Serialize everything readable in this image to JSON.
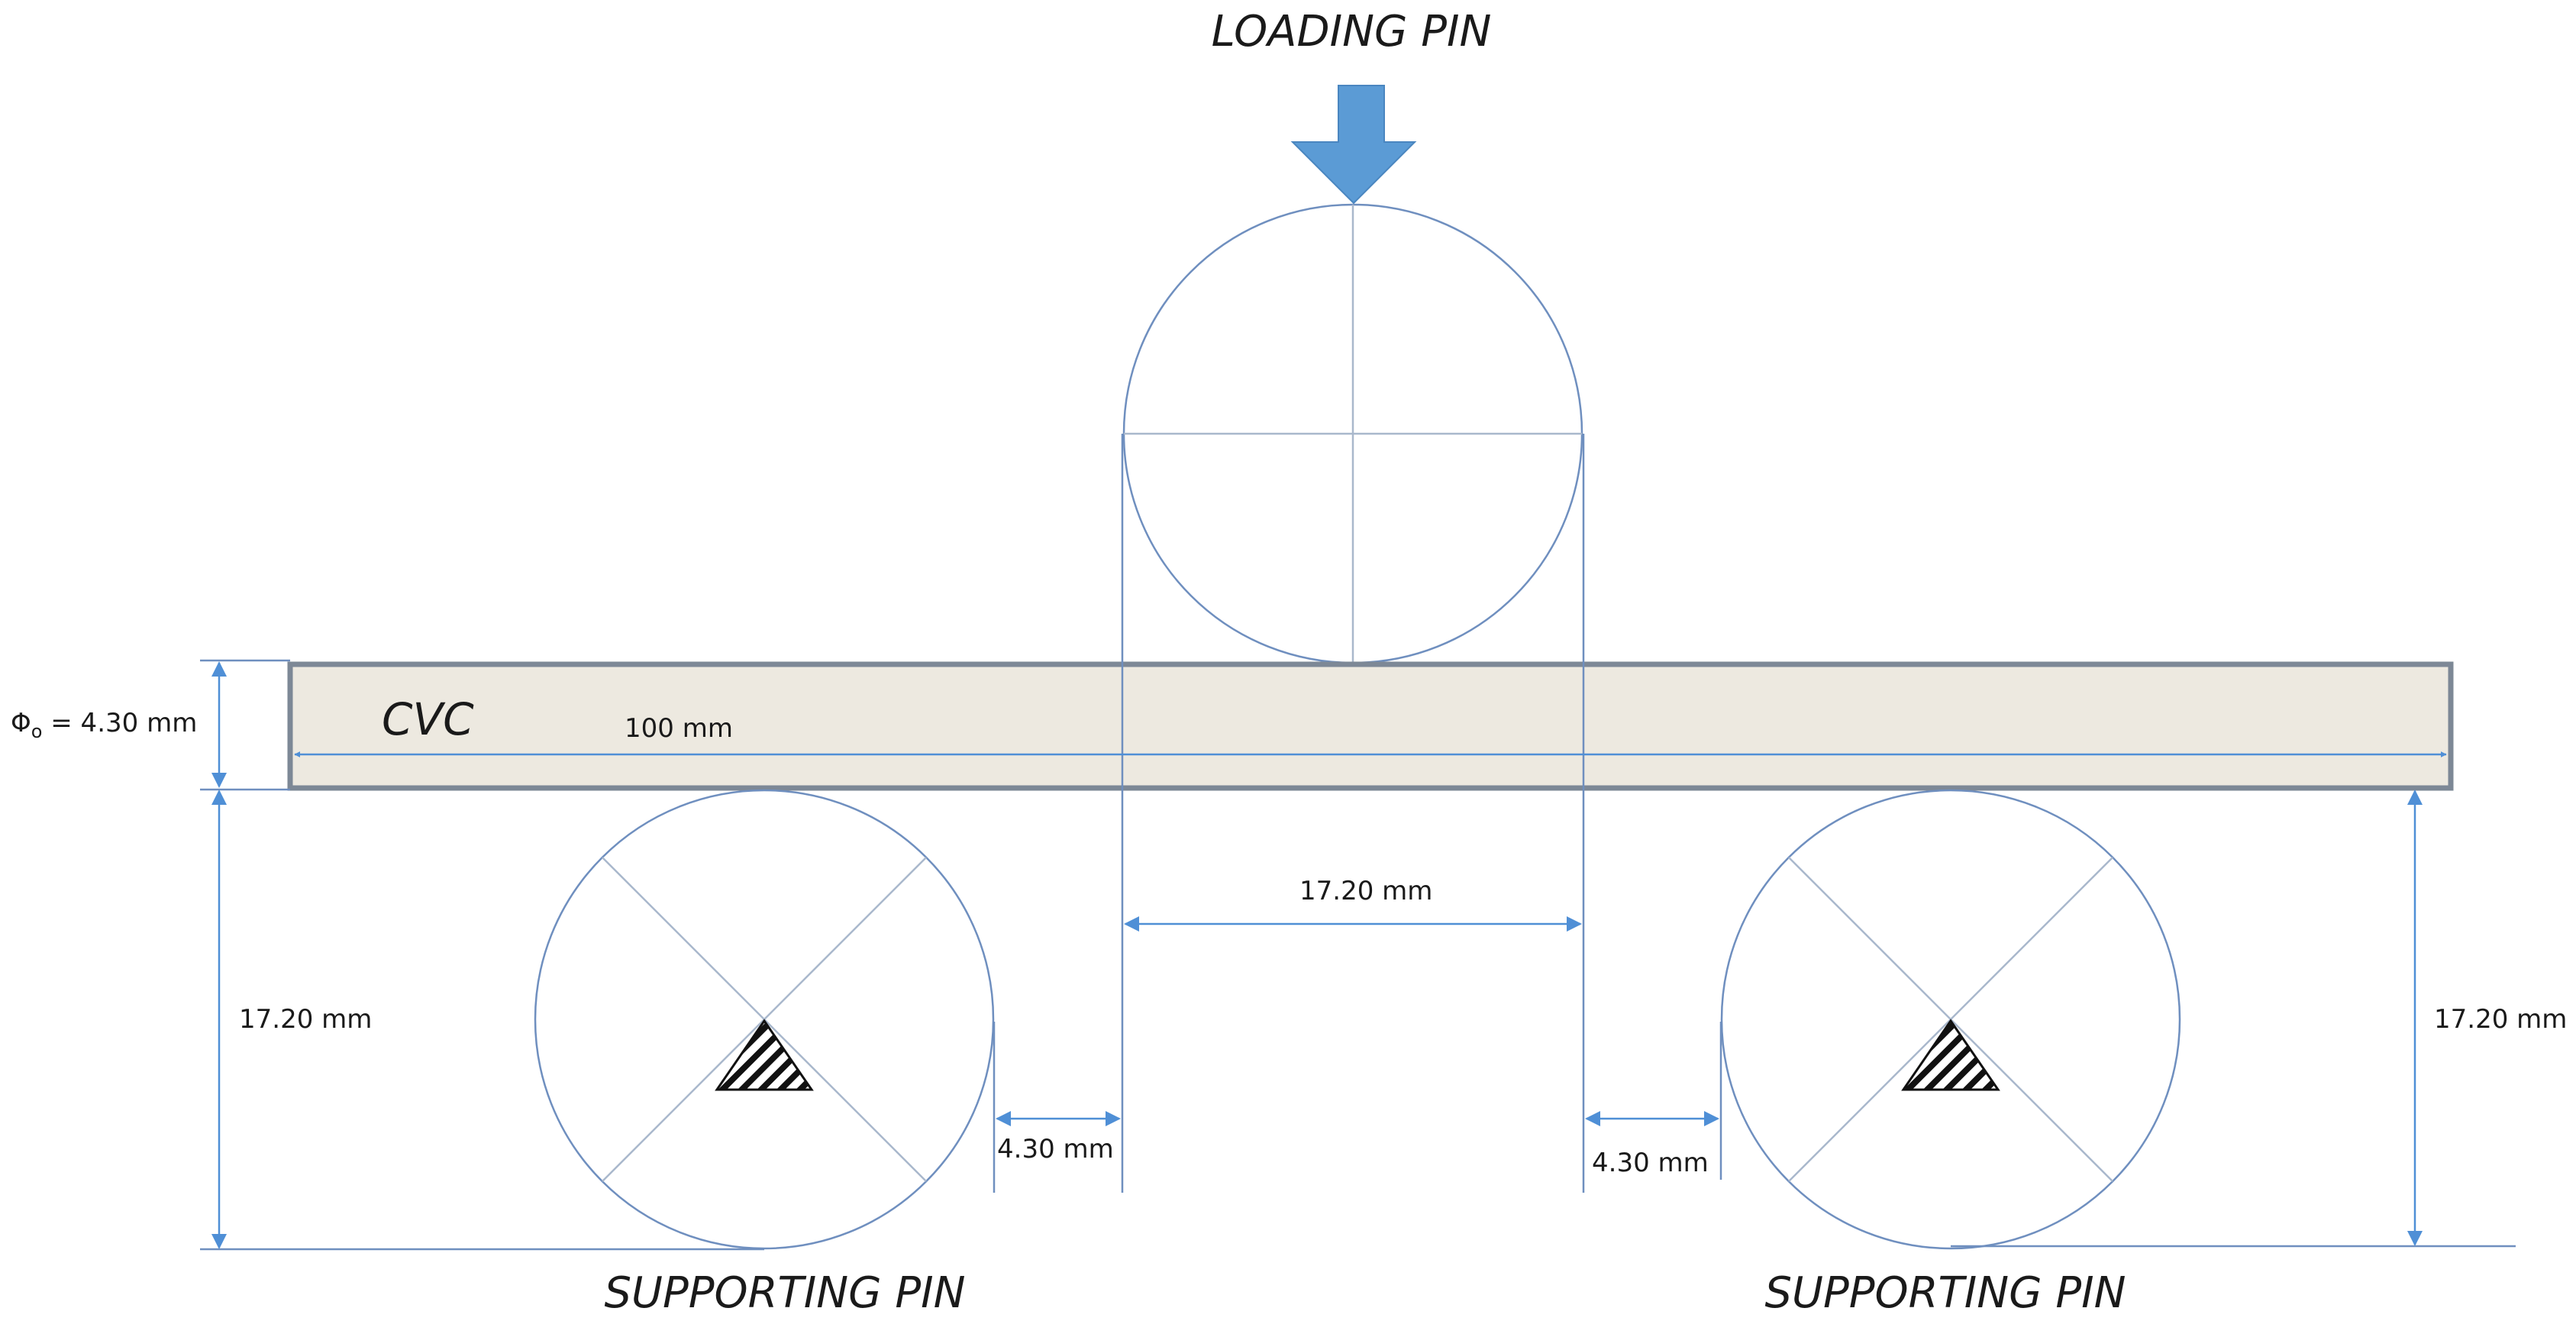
{
  "labels": {
    "loading_pin": "LOADING PIN",
    "supporting_pin_left": "SUPPORTING PIN",
    "supporting_pin_right": "SUPPORTING PIN",
    "specimen": "CVC"
  },
  "dimensions": {
    "beam_length": "100 mm",
    "thickness_prefix": "Φ",
    "thickness_subscript": "o",
    "thickness_value": " = 4.30 mm",
    "span_center": "17.20 mm",
    "height_left": "17.20 mm",
    "height_right": "17.20 mm",
    "gap_left": "4.30 mm",
    "gap_right": "4.30 mm"
  },
  "colors": {
    "arrow": "#5b9bd5",
    "pin_outline": "#6f8fbf",
    "dimension_line": "#4f8fd6",
    "beam_fill": "#ede9e0",
    "beam_border": "#7d8896"
  }
}
